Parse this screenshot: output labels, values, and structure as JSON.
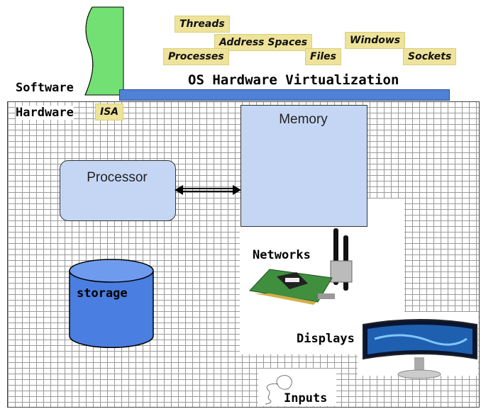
{
  "labels": {
    "software": "Software",
    "hardware": "Hardware",
    "os_virtualization": "OS Hardware Virtualization"
  },
  "abstractions": {
    "threads": "Threads",
    "address_spaces": "Address Spaces",
    "windows": "Windows",
    "processes": "Processes",
    "files": "Files",
    "sockets": "Sockets",
    "isa": "ISA"
  },
  "components": {
    "memory": "Memory",
    "processor": "Processor",
    "storage": "storage",
    "networks": "Networks",
    "displays": "Displays",
    "inputs": "Inputs"
  },
  "colors": {
    "tag_yellow": "#eee39a",
    "box_blue": "#c5d6f4",
    "bar_blue": "#4f81d6",
    "storage_blue": "#4a7ee0",
    "software_green": "#66dd66"
  }
}
